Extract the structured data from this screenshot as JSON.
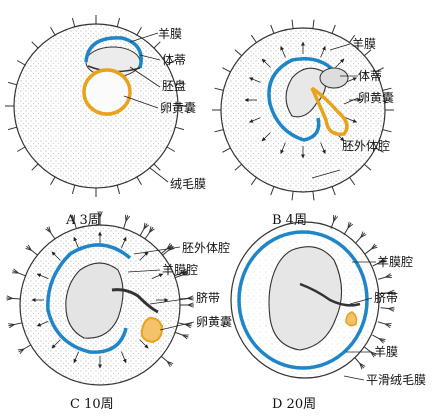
{
  "panels": {
    "a": {
      "caption": "A 3周",
      "labels": {
        "amnion": "羊膜",
        "body_stalk": "体蒂",
        "embryonic_disc": "胚盘",
        "yolk_sac": "卵黄囊",
        "chorion": "绒毛膜"
      }
    },
    "b": {
      "caption": "B 4周",
      "labels": {
        "amnion": "羊膜",
        "body_stalk": "体蒂",
        "yolk_sac": "卵黄囊",
        "extraembryonic_coelom": "胚外体腔"
      }
    },
    "c": {
      "caption": "C 10周",
      "labels": {
        "extraembryonic_coelom": "胚外体腔",
        "amniotic_cavity": "羊膜腔",
        "umbilical_cord": "脐带",
        "yolk_sac": "卵黄囊"
      }
    },
    "d": {
      "caption": "D 20周",
      "labels": {
        "amniotic_cavity": "羊膜腔",
        "umbilical_cord": "脐带",
        "amnion": "羊膜",
        "smooth_chorion": "平滑绒毛膜"
      }
    }
  },
  "colors": {
    "amnion": "#1e86c8",
    "yolk_sac": "#e8a21c",
    "outline": "#333333",
    "stipple": "#9a9a9a"
  },
  "icons": {
    "villus": "branched-villus-icon",
    "arrow": "expansion-arrow-icon"
  }
}
